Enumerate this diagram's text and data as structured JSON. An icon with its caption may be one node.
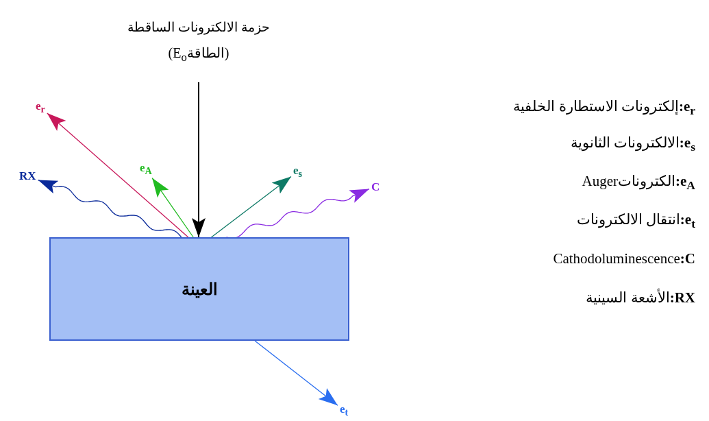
{
  "diagram": {
    "nodes": [
      {
        "text": [
          "العينة"
        ]
      },
      {
        "text": [
          "حزمة الالكترونات الساقطة",
          "(الطاقةE$_{o}$)"
        ]
      },
      {
        "text": [
          "e$_{r}$"
        ]
      },
      {
        "text": [
          "RX"
        ]
      },
      {
        "text": [
          "e$_{A}$"
        ]
      },
      {
        "text": [
          "e$_{s}$"
        ]
      },
      {
        "text": [
          "C"
        ]
      },
      {
        "text": [
          "e$_{t}$"
        ]
      }
    ],
    "edges": [
      {
        "from": 1,
        "to": 0,
        "arrow": "to"
      },
      {
        "from": 0,
        "to": 2,
        "arrow": "to",
        "color": "#c8185a"
      },
      {
        "from": 0,
        "to": 3,
        "arrow": "to",
        "color": "#0a2a9a"
      },
      {
        "from": 0,
        "to": 4,
        "arrow": "to",
        "color": "#22bb22"
      },
      {
        "from": 0,
        "to": 5,
        "arrow": "to",
        "color": "#0e7a66"
      },
      {
        "from": 0,
        "to": 6,
        "arrow": "to",
        "color": "#8a2be2"
      },
      {
        "from": 0,
        "to": 7,
        "arrow": "to",
        "color": "#2a6ef0"
      }
    ],
    "labels": [
      "**e$_{r}$:**إلكترونات الاستطارة الخلفية",
      "**e$_{s}$:**الالكترونات الثانوية",
      "**e$_{A}$:**الكتروناتAuger",
      "**e$_{t}$:**انتقال الالكترونات",
      "Cathodoluminescence**:C**",
      "**RX:**الأشعة السينية"
    ]
  }
}
